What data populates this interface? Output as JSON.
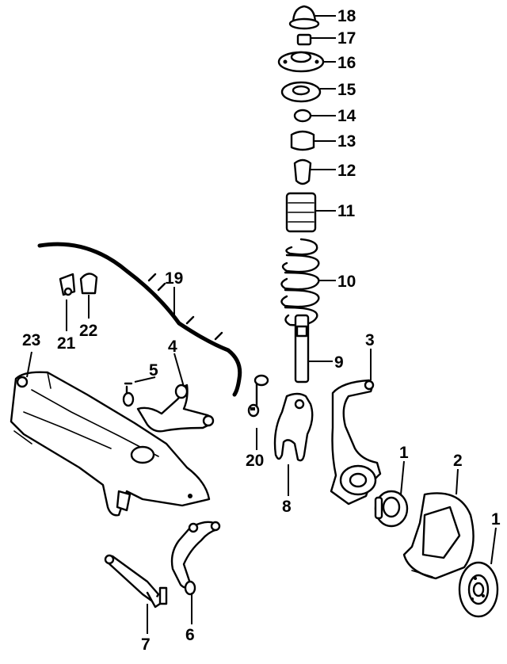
{
  "callouts": {
    "c1a": "1",
    "c1b": "1",
    "c2": "2",
    "c3": "3",
    "c4": "4",
    "c5": "5",
    "c6": "6",
    "c7": "7",
    "c8": "8",
    "c9": "9",
    "c10": "10",
    "c11": "11",
    "c12": "12",
    "c13": "13",
    "c14": "14",
    "c15": "15",
    "c16": "16",
    "c17": "17",
    "c18": "18",
    "c19": "19",
    "c20": "20",
    "c21": "21",
    "c22": "22",
    "c23": "23"
  }
}
